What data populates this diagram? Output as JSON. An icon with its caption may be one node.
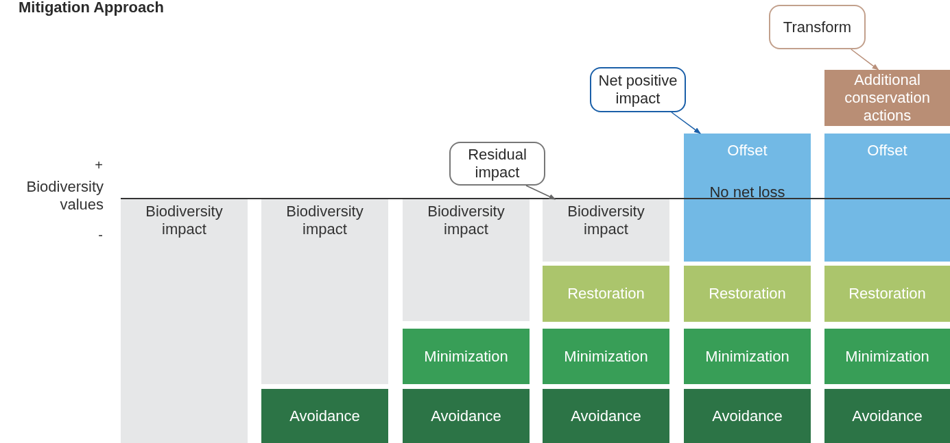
{
  "diagram": {
    "title": "Mitigation Approach",
    "nodes": [
      {
        "text": [
          "Transform"
        ]
      },
      {
        "text": [
          "Net positive impact"
        ]
      },
      {
        "text": [
          "Additional conservation actions"
        ]
      },
      {
        "text": [
          "Offset"
        ]
      },
      {
        "text": [
          "Offset"
        ]
      },
      {
        "text": [
          "Residual impact"
        ]
      },
      {
        "text": [
          "Biodiversity impact"
        ]
      },
      {
        "text": [
          "Biodiversity impact"
        ]
      },
      {
        "text": [
          "Biodiversity impact"
        ]
      },
      {
        "text": [
          "Biodiversity impact"
        ]
      },
      {
        "text": [
          "Restoration"
        ]
      },
      {
        "text": [
          "Restoration"
        ]
      },
      {
        "text": [
          "Restoration"
        ]
      },
      {
        "text": [
          "Minimization"
        ]
      },
      {
        "text": [
          "Minimization"
        ]
      },
      {
        "text": [
          "Minimization"
        ]
      },
      {
        "text": [
          "Minimization"
        ]
      },
      {
        "text": [
          "Avoidance"
        ]
      },
      {
        "text": [
          "Avoidance"
        ]
      },
      {
        "text": [
          "Avoidance"
        ]
      },
      {
        "text": [
          "Avoidance"
        ]
      },
      {
        "text": [
          "Avoidance"
        ]
      }
    ],
    "edges": [
      {
        "from": 0,
        "to": 2,
        "arrow": "to",
        "color": "#b9907a"
      },
      {
        "from": 1,
        "to": 3,
        "arrow": "to",
        "color": "#1a5fa8"
      },
      {
        "from": 5,
        "to": 9,
        "arrow": "to",
        "color": "#666666"
      }
    ],
    "labels": [
      "+",
      "Biodiversity values",
      "-",
      "No net loss"
    ]
  }
}
